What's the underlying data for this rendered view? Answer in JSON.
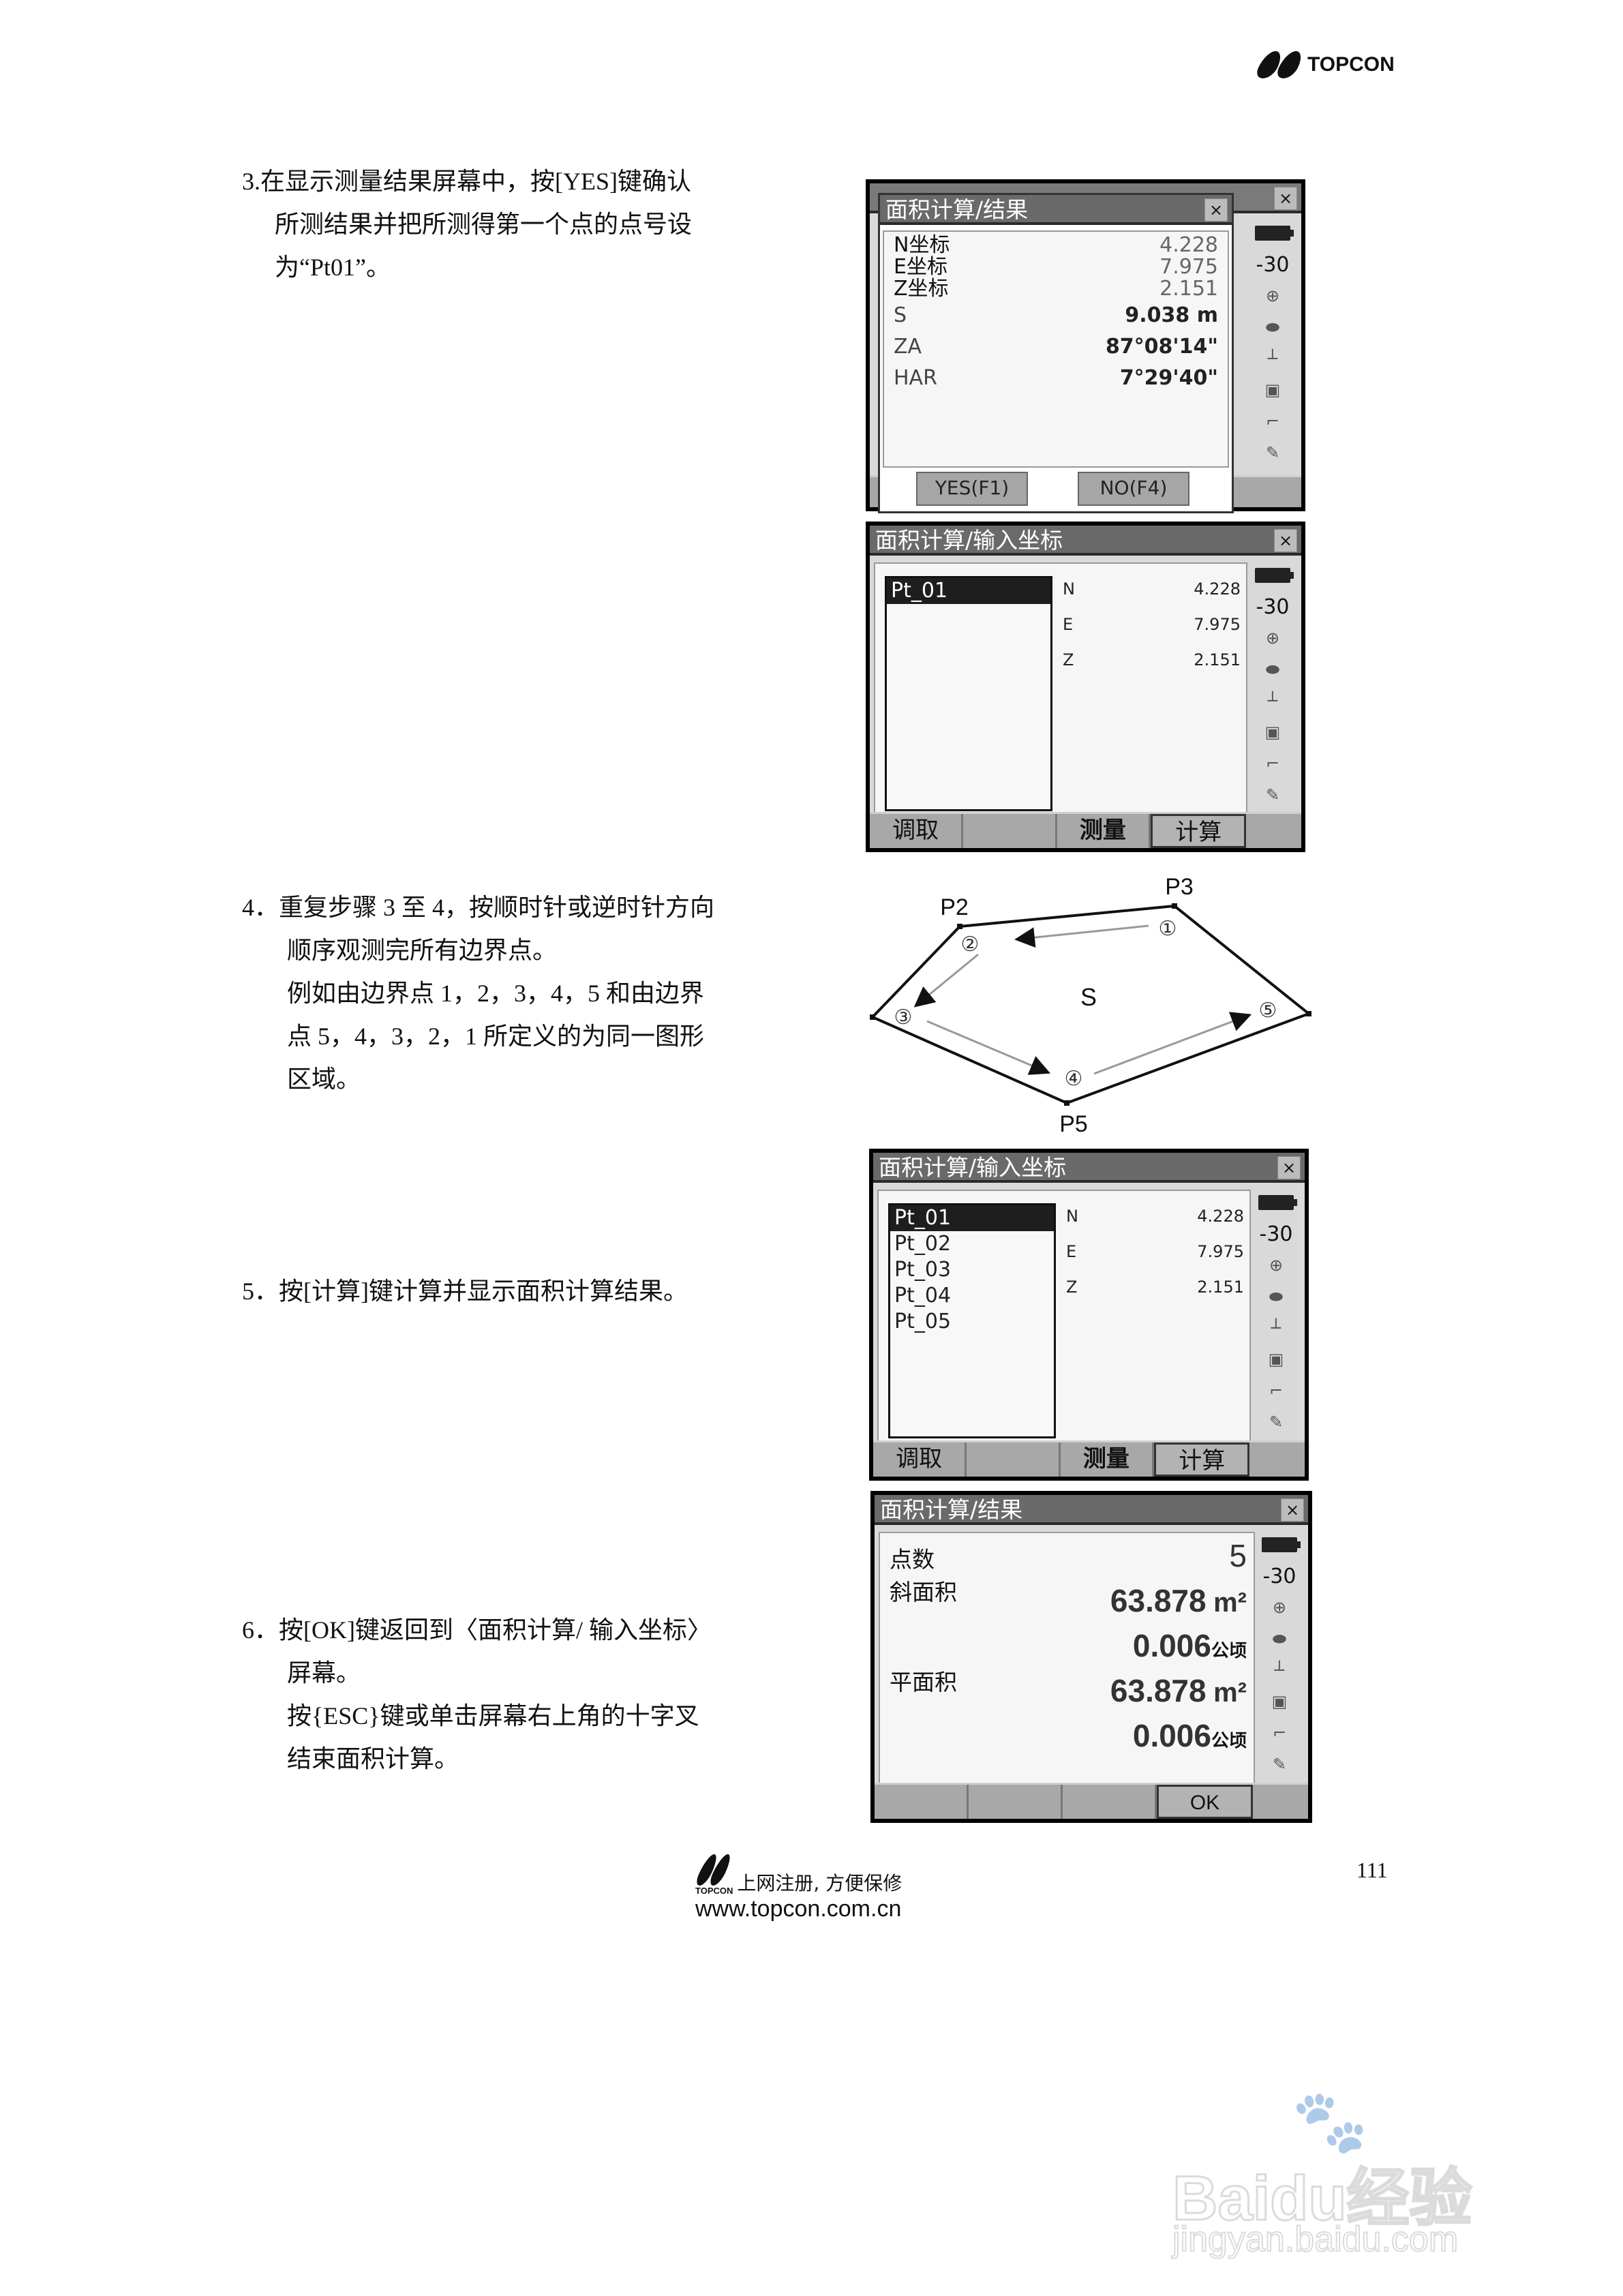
{
  "header": {
    "brand": "TOPCON"
  },
  "steps": {
    "step3": {
      "lines": [
        "3.在显示测量结果屏幕中，按[YES]键确认",
        "所测结果并把所测得第一个点的点号设",
        "为“Pt01”。"
      ]
    },
    "step4": {
      "lines": [
        "4．重复步骤 3 至 4，按顺时针或逆时针方向",
        "顺序观测完所有边界点。",
        "例如由边界点 1，2，3，4，5 和由边界",
        "点 5，4，3，2，1 所定义的为同一图形",
        "区域。"
      ]
    },
    "step5": {
      "lines": [
        "5．按[计算]键计算并显示面积计算结果。"
      ]
    },
    "step6": {
      "lines": [
        "6．按[OK]键返回到〈面积计算/ 输入坐标〉",
        "屏幕。",
        "按{ESC}键或单击屏幕右上角的十字叉",
        "结束面积计算。"
      ]
    }
  },
  "sidebar_icons": {
    "prism_const": "-30",
    "close": "×"
  },
  "screen1": {
    "dialog_title": "面积计算/结果",
    "close": "×",
    "rows": [
      {
        "label": "N坐标",
        "value": "4.228"
      },
      {
        "label": "E坐标",
        "value": "7.975"
      },
      {
        "label": "Z坐标",
        "value": "2.151"
      },
      {
        "label": "S",
        "value": "9.038 m"
      },
      {
        "label": "ZA",
        "value": "87°08'14\""
      },
      {
        "label": "HAR",
        "value": "7°29'40\""
      }
    ],
    "buttons": {
      "yes": "YES(F1)",
      "no": "NO(F4)"
    }
  },
  "screen2": {
    "title": "面积计算/输入坐标",
    "close": "×",
    "points": [
      "Pt_01"
    ],
    "coords": [
      {
        "label": "N",
        "value": "4.228"
      },
      {
        "label": "E",
        "value": "7.975"
      },
      {
        "label": "Z",
        "value": "2.151"
      }
    ],
    "softkeys": [
      "调取",
      "",
      "测量",
      "计算",
      ""
    ]
  },
  "diagram": {
    "area_label": "S",
    "vertices": [
      {
        "label": "P2"
      },
      {
        "label": "P3"
      },
      {
        "label": "P5"
      }
    ],
    "order_marks": [
      "①",
      "②",
      "③",
      "④",
      "⑤"
    ]
  },
  "screen4": {
    "title": "面积计算/输入坐标",
    "close": "×",
    "points": [
      "Pt_01",
      "Pt_02",
      "Pt_03",
      "Pt_04",
      "Pt_05"
    ],
    "coords": [
      {
        "label": "N",
        "value": "4.228"
      },
      {
        "label": "E",
        "value": "7.975"
      },
      {
        "label": "Z",
        "value": "2.151"
      }
    ],
    "softkeys": [
      "调取",
      "",
      "测量",
      "计算",
      ""
    ]
  },
  "screen5": {
    "title": "面积计算/结果",
    "close": "×",
    "point_count_label": "点数",
    "point_count": "5",
    "slope_area_label": "斜面积",
    "slope_area_m2": "63.878",
    "slope_area_ha": "0.006",
    "plane_area_label": "平面积",
    "plane_area_m2": "63.878",
    "plane_area_ha": "0.006",
    "unit_m2": "m²",
    "unit_ha": "公顷",
    "softkeys": [
      "",
      "",
      "",
      "OK",
      ""
    ]
  },
  "footer": {
    "brand": "TOPCON",
    "slogan": "上网注册, 方便保修",
    "url": "www.topcon.com.cn",
    "page_number": "111"
  },
  "watermark": {
    "brand": "Baidu经验",
    "url": "jingyan.baidu.com"
  }
}
